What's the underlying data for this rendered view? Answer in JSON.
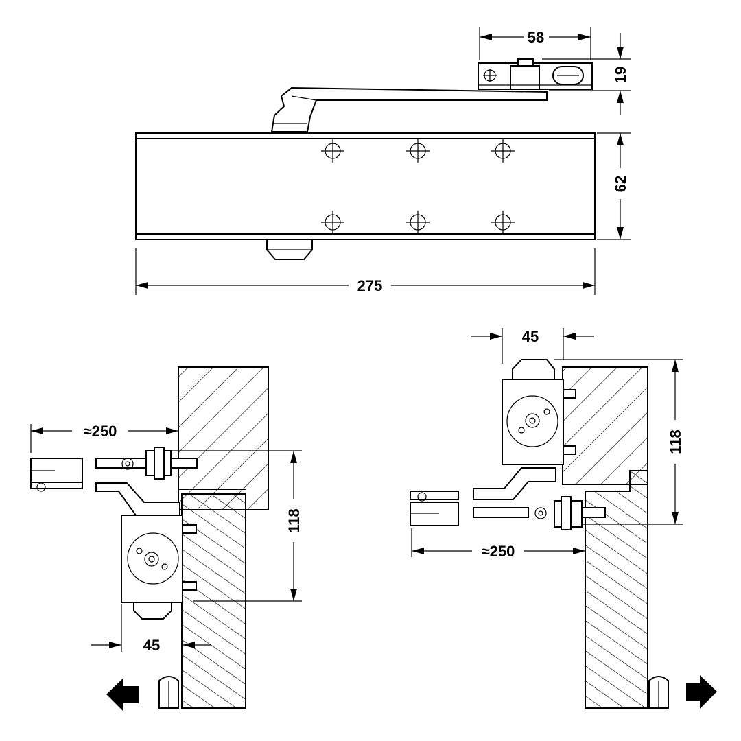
{
  "dimensions": {
    "arm_width": "58",
    "arm_height": "19",
    "body_height": "62",
    "body_length": "275",
    "pull_projection": "≈250",
    "pull_depth": "45",
    "pull_height": "118",
    "push_depth": "45",
    "push_height": "118",
    "push_projection": "≈250"
  },
  "colors": {
    "line": "#000000",
    "background": "#ffffff"
  },
  "icons": {
    "left_direction": "arrow-left-icon",
    "right_direction": "arrow-right-icon"
  }
}
